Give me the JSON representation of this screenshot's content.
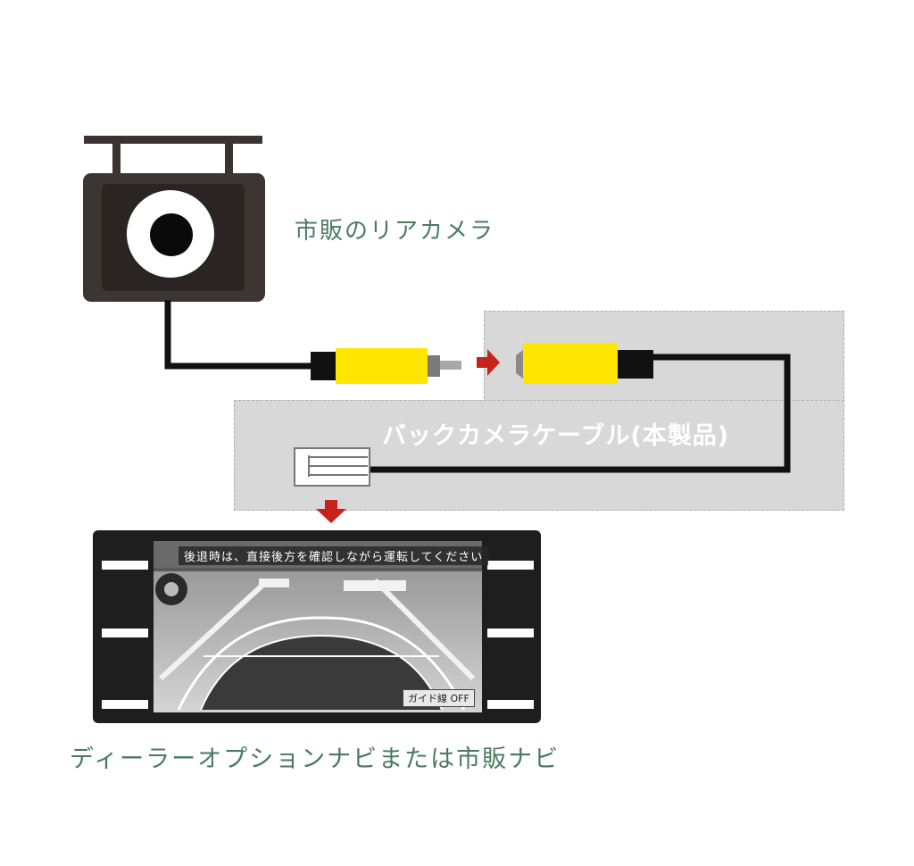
{
  "labels": {
    "camera": "市販のリアカメラ",
    "cable": "バックカメラケーブル(本製品)",
    "navigation": "ディーラーオプションナビまたは市販ナビ"
  },
  "nav_screen": {
    "banner": "後退時は、直接後方を確認しながら運転してください",
    "guide_button": "ガイド線 OFF"
  },
  "colors": {
    "label_green": "#4a7a62",
    "label_white": "#ffffff",
    "panel_gray": "#d8d8d8",
    "connector_yellow": "#ffe600",
    "arrow_red": "#c8231b",
    "device_body": "#3a3330",
    "bezel": "#1e1e1e"
  }
}
